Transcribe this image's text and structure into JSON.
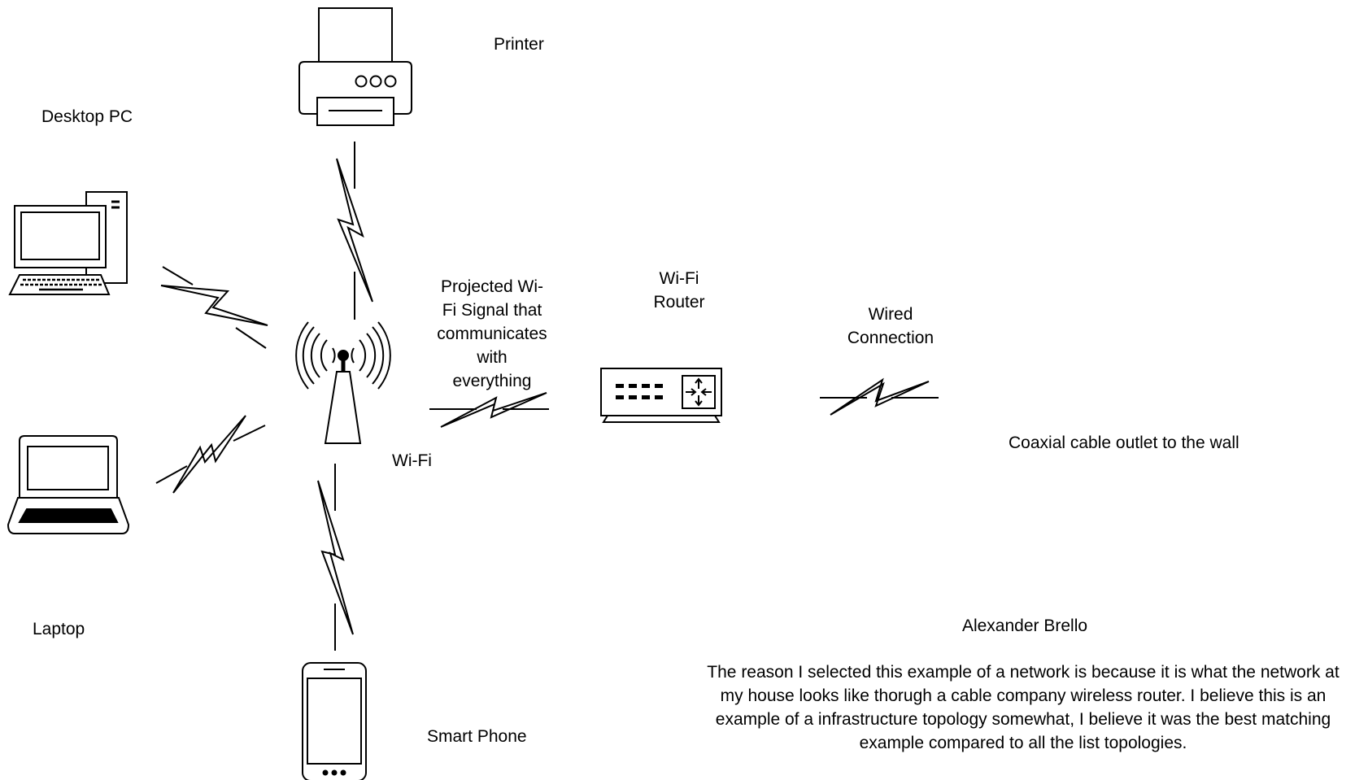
{
  "labels": {
    "printer": "Printer",
    "desktop_pc": "Desktop PC",
    "laptop": "Laptop",
    "smart_phone": "Smart Phone",
    "wifi": "Wi-Fi",
    "projected_signal": "Projected Wi-\nFi Signal that\ncommunicates\nwith\neverything",
    "wifi_router": "Wi-Fi\nRouter",
    "wired_connection": "Wired\nConnection",
    "coaxial_outlet": "Coaxial cable outlet to the wall"
  },
  "author": "Alexander Brello",
  "description": "The reason I selected this example of a network is because it is what the network at\nmy house looks like thorugh a cable company wireless router. I believe this is an\nexample of a infrastructure topology somewhat, I believe it was the best matching\nexample compared to all the list topologies.",
  "icons": {
    "printer": "printer-icon",
    "desktop": "desktop-pc-icon",
    "laptop": "laptop-icon",
    "phone": "smartphone-icon",
    "antenna": "wifi-antenna-icon",
    "router": "router-icon"
  }
}
